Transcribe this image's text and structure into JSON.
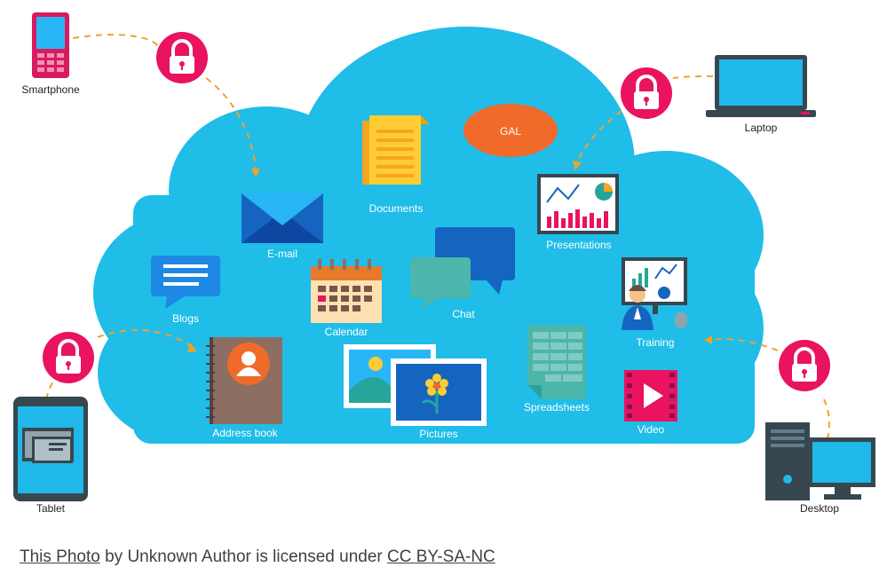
{
  "colors": {
    "cloud": "#1fbde8",
    "lock": "#e9135f",
    "arrow": "#f3a12a",
    "gal": "#f06a2a",
    "device_screen": "#1fb8e8",
    "smartphone": "#d81b60",
    "dark": "#37474f"
  },
  "devices": {
    "smartphone": "Smartphone",
    "laptop": "Laptop",
    "tablet": "Tablet",
    "desktop": "Desktop"
  },
  "cloud": {
    "gal": "GAL",
    "documents": "Documents",
    "email": "E-mail",
    "presentations": "Presentations",
    "blogs": "Blogs",
    "calendar": "Calendar",
    "chat": "Chat",
    "training": "Training",
    "address_book": "Address book",
    "pictures": "Pictures",
    "spreadsheets": "Spreadsheets",
    "video": "Video"
  },
  "icons": [
    "lock-icon",
    "envelope-icon",
    "document-icon",
    "chat-icon",
    "calendar-icon",
    "picture-icon",
    "spreadsheet-icon",
    "video-icon",
    "address-book-icon",
    "presentation-icon",
    "training-icon",
    "blog-icon"
  ],
  "caption": {
    "link1": "This Photo",
    "middle": " by Unknown Author is licensed under ",
    "link2": "CC BY-SA-NC"
  }
}
